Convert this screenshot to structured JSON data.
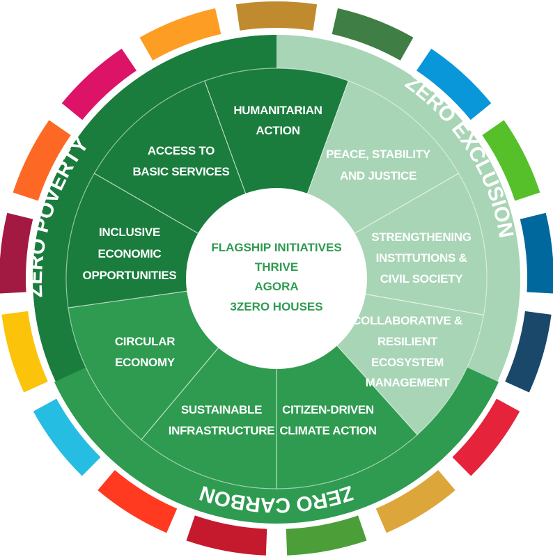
{
  "colors": {
    "zero_poverty": "#1a7d3d",
    "zero_exclusion": "#a8d5b6",
    "zero_carbon": "#2e9b50",
    "center_text": "#2e9b50",
    "sdg": [
      "#bf8b2e",
      "#3f7e44",
      "#0a97d9",
      "#56c02b",
      "#00689d",
      "#19486a",
      "#e5243b",
      "#dda63a",
      "#4c9f38",
      "#c5192d",
      "#ff3a21",
      "#26bde2",
      "#fcc30b",
      "#a21942",
      "#fd6925",
      "#dd1367",
      "#fd9d24"
    ]
  },
  "rings": {
    "zero_poverty": "ZERO POVERTY",
    "zero_exclusion": "ZERO EXCLUSION",
    "zero_carbon": "ZERO CARBON"
  },
  "sectors": {
    "humanitarian": [
      "HUMANITARIAN",
      "ACTION"
    ],
    "peace": [
      "PEACE, STABILITY",
      "AND JUSTICE"
    ],
    "strengthening": [
      "STRENGTHENING",
      "INSTITUTIONS &",
      "CIVIL SOCIETY"
    ],
    "collaborative": [
      "COLLABORATIVE &",
      "RESILIENT",
      "ECOSYSTEM",
      "MANAGEMENT"
    ],
    "citizen": [
      "CITIZEN-DRIVEN",
      "CLIMATE ACTION"
    ],
    "sustainable": [
      "SUSTAINABLE",
      "INFRASTRUCTURE"
    ],
    "circular": [
      "CIRCULAR",
      "ECONOMY"
    ],
    "inclusive": [
      "INCLUSIVE",
      "ECONOMIC",
      "OPPORTUNITIES"
    ],
    "access": [
      "ACCESS TO",
      "BASIC SERVICES"
    ]
  },
  "center": [
    "FLAGSHIP INITIATIVES",
    "THRIVE",
    "AGORA",
    "3ZERO HOUSES"
  ]
}
